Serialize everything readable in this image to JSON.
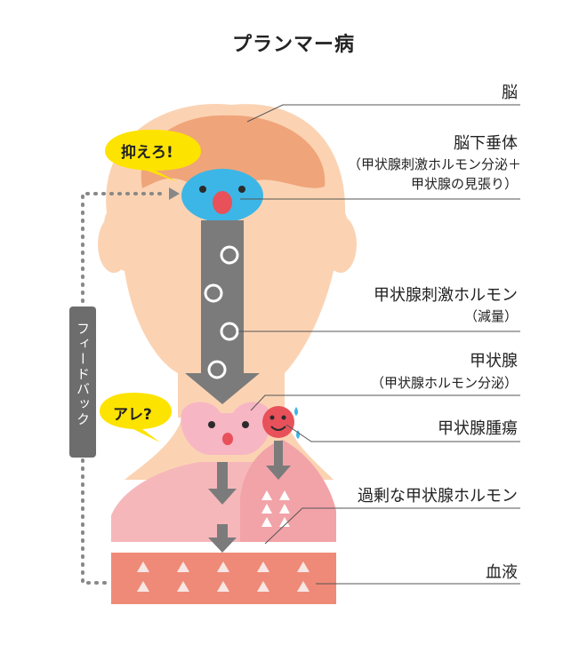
{
  "title": "プランマー病",
  "labels": {
    "brain": "脳",
    "pituitary": "脳下垂体",
    "pituitary_note_1": "（甲状腺刺激ホルモン分泌＋",
    "pituitary_note_2": "甲状腺の見張り）",
    "tsh": "甲状腺刺激ホルモン",
    "tsh_note": "（減量）",
    "thyroid": "甲状腺",
    "thyroid_note": "（甲状腺ホルモン分泌）",
    "tumor": "甲状腺腫瘍",
    "excess_hormone": "過剰な甲状腺ホルモン",
    "blood": "血液"
  },
  "bubbles": {
    "suppress": "抑えろ!",
    "huh": "アレ?"
  },
  "feedback": "フィードバック",
  "colors": {
    "skin": "#fbd3b3",
    "brain": "#f0a47a",
    "pituitary": "#3cb6e6",
    "arrow": "#7b7b7b",
    "thyroid": "#f7b6c3",
    "tumor": "#e8515a",
    "body_pink": "#f2a3a8",
    "blood": "#ef8a78",
    "bubble": "#fde300",
    "feedback_box": "#6d6d6d"
  }
}
